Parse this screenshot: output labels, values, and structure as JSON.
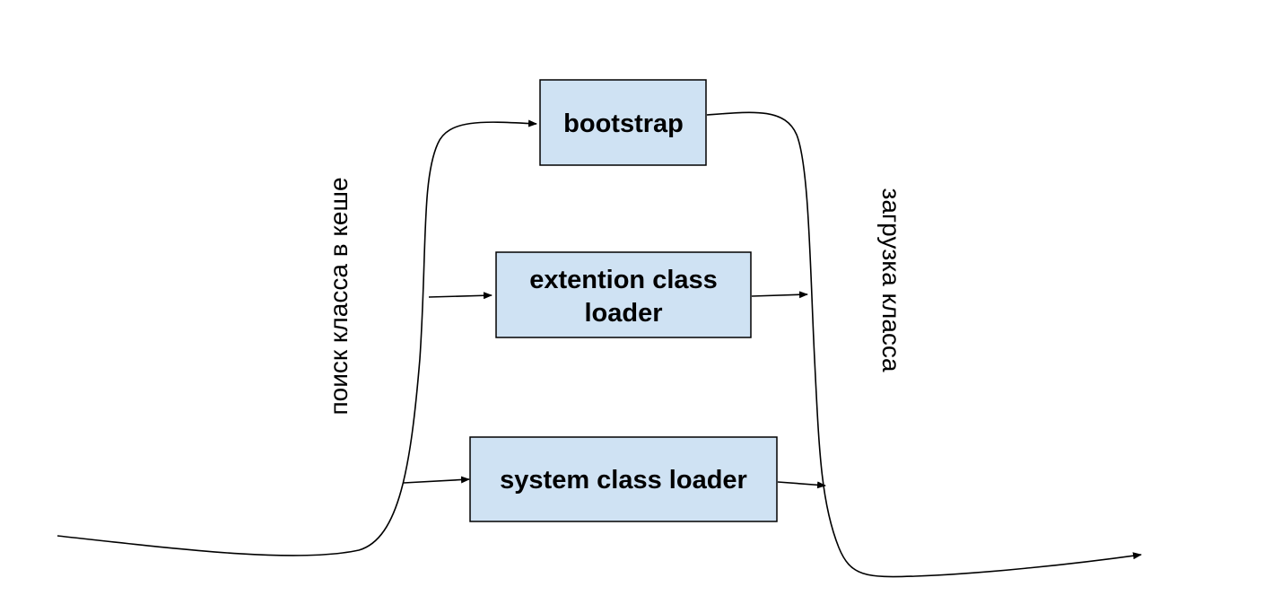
{
  "colors": {
    "box_fill": "#cfe2f3",
    "box_stroke": "#000000",
    "line": "#000000"
  },
  "boxes": {
    "bootstrap": {
      "label_lines": [
        "bootstrap"
      ]
    },
    "extension": {
      "label_lines": [
        "extention class",
        "loader"
      ]
    },
    "system": {
      "label_lines": [
        "system class loader"
      ]
    }
  },
  "labels": {
    "search": "поиск класса в кеше",
    "load": "загрузка класса"
  }
}
